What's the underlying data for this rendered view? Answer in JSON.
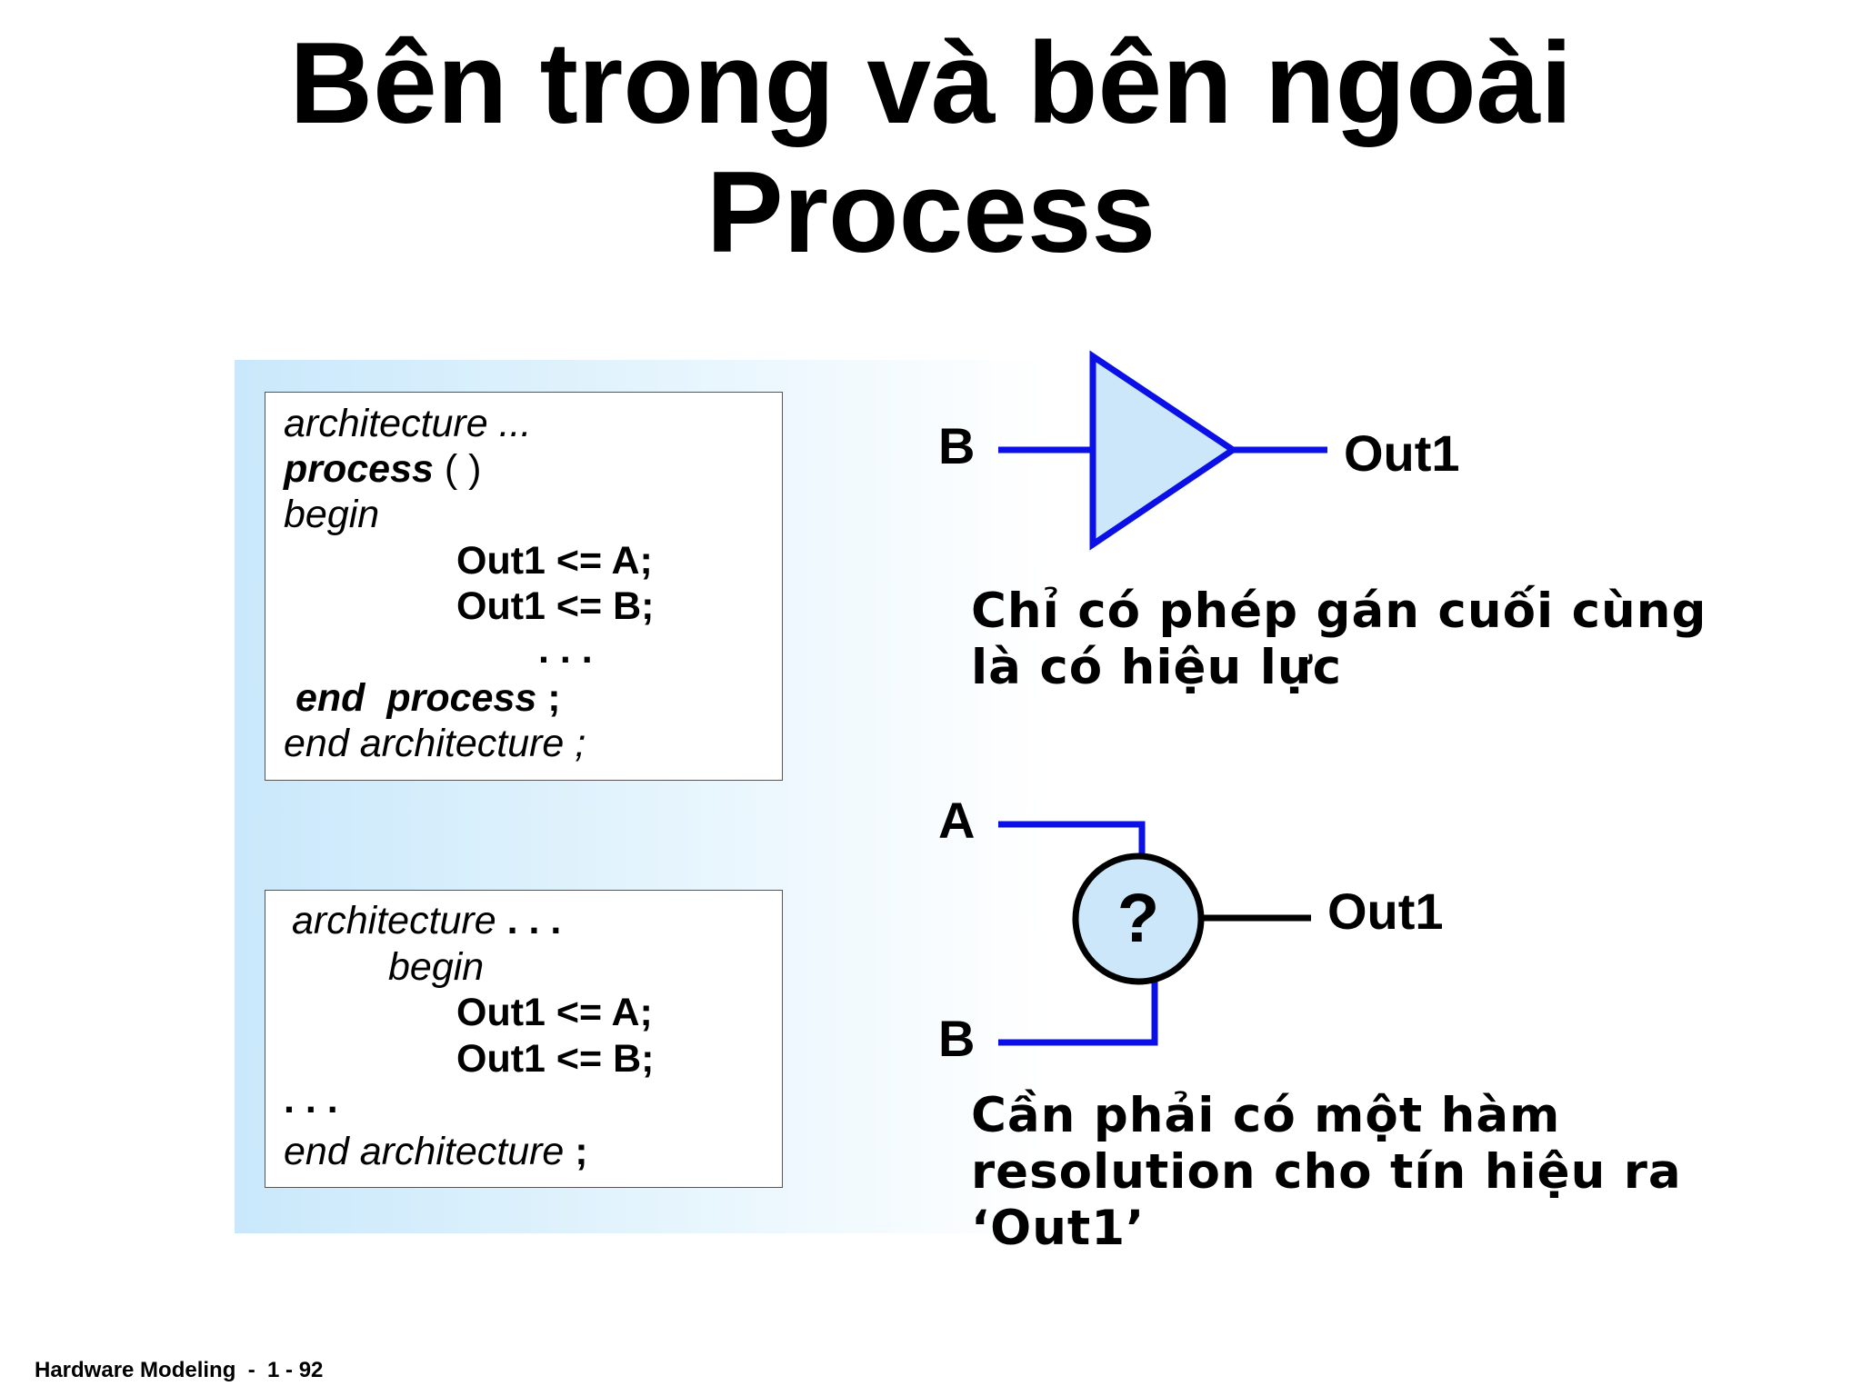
{
  "title": {
    "line1": "Bên trong và bên ngoài",
    "line2": "Process"
  },
  "code_box_1": {
    "line1": "architecture ...",
    "line2_keyword": "process",
    "line2_rest": " (   )",
    "line3": "begin",
    "line4": "Out1 <= A;",
    "line5": "Out1 <= B;",
    "line6": ". . .",
    "line7_end": "end",
    "line7_process": "process",
    "line7_semicolon": " ;",
    "line8": "end  architecture ;"
  },
  "code_box_2": {
    "line1_word": "architecture",
    "line1_dots": "  . . .",
    "line2": "begin",
    "line3": "Out1 <= A;",
    "line4": "Out1 <= B;",
    "line5": ". . .",
    "line6_text": "end  architecture",
    "line6_semicolon": " ;"
  },
  "diagram_top": {
    "input_label": "B",
    "output_label": "Out1",
    "caption_line1": "Chỉ có phép gán cuối cùng",
    "caption_line2": "là có hiệu lực"
  },
  "diagram_bottom": {
    "input_a_label": "A",
    "input_b_label": "B",
    "resolver_symbol": "?",
    "output_label": "Out1",
    "caption_line1": "Cần phải có một hàm",
    "caption_line2": "resolution cho tín hiệu ra",
    "caption_line3": "‘Out1’"
  },
  "footer": {
    "text": "Hardware Modeling  -  1 - 92"
  },
  "colors": {
    "wire": "#0a10e6",
    "buffer_fill": "#cce6fa",
    "panel_gradient_start": "#c9e8fb",
    "panel_gradient_end": "#ffffff"
  }
}
